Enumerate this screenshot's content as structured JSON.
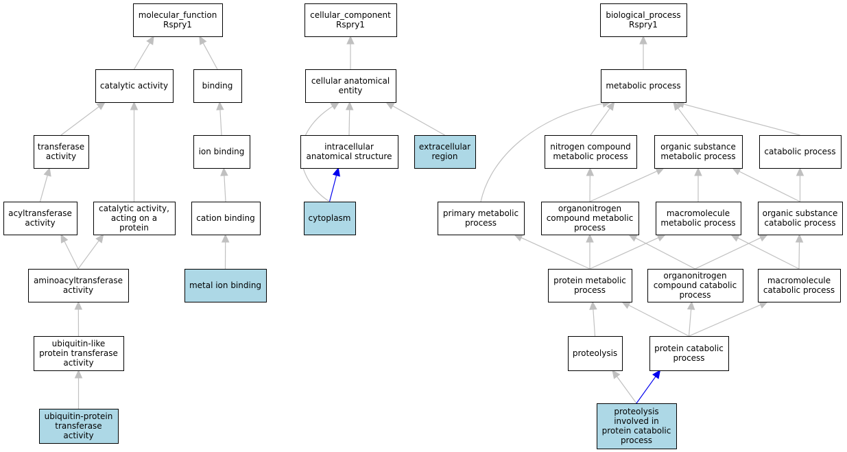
{
  "graph": {
    "colors": {
      "highlight": "#add8e6",
      "edge": "#c0c0c0",
      "edge_highlight": "#0000ee",
      "border": "#000000"
    },
    "nodes": [
      {
        "id": "mf",
        "lines": [
          "molecular_function",
          "Rspry1"
        ],
        "highlight": false
      },
      {
        "id": "cat",
        "lines": [
          "catalytic activity"
        ],
        "highlight": false
      },
      {
        "id": "bind",
        "lines": [
          "binding"
        ],
        "highlight": false
      },
      {
        "id": "transf",
        "lines": [
          "transferase",
          "activity"
        ],
        "highlight": false
      },
      {
        "id": "ionb",
        "lines": [
          "ion binding"
        ],
        "highlight": false
      },
      {
        "id": "acyl",
        "lines": [
          "acyltransferase",
          "activity"
        ],
        "highlight": false
      },
      {
        "id": "catprot",
        "lines": [
          "catalytic activity,",
          "acting on a",
          "protein"
        ],
        "highlight": false
      },
      {
        "id": "cationb",
        "lines": [
          "cation binding"
        ],
        "highlight": false
      },
      {
        "id": "aminoacyl",
        "lines": [
          "aminoacyltransferase",
          "activity"
        ],
        "highlight": false
      },
      {
        "id": "metalb",
        "lines": [
          "metal ion binding"
        ],
        "highlight": true
      },
      {
        "id": "ubllike",
        "lines": [
          "ubiquitin-like",
          "protein transferase",
          "activity"
        ],
        "highlight": false
      },
      {
        "id": "ubprot",
        "lines": [
          "ubiquitin-protein",
          "transferase",
          "activity"
        ],
        "highlight": true
      },
      {
        "id": "cc",
        "lines": [
          "cellular_component",
          "Rspry1"
        ],
        "highlight": false
      },
      {
        "id": "cae",
        "lines": [
          "cellular anatomical",
          "entity"
        ],
        "highlight": false
      },
      {
        "id": "ias",
        "lines": [
          "intracellular",
          "anatomical structure"
        ],
        "highlight": false
      },
      {
        "id": "extra",
        "lines": [
          "extracellular",
          "region"
        ],
        "highlight": true
      },
      {
        "id": "cyto",
        "lines": [
          "cytoplasm"
        ],
        "highlight": true
      },
      {
        "id": "bp",
        "lines": [
          "biological_process",
          "Rspry1"
        ],
        "highlight": false
      },
      {
        "id": "metab",
        "lines": [
          "metabolic process"
        ],
        "highlight": false
      },
      {
        "id": "nitro",
        "lines": [
          "nitrogen compound",
          "metabolic process"
        ],
        "highlight": false
      },
      {
        "id": "osmp",
        "lines": [
          "organic substance",
          "metabolic process"
        ],
        "highlight": false
      },
      {
        "id": "catab",
        "lines": [
          "catabolic process"
        ],
        "highlight": false
      },
      {
        "id": "primary",
        "lines": [
          "primary metabolic",
          "process"
        ],
        "highlight": false
      },
      {
        "id": "onmp",
        "lines": [
          "organonitrogen",
          "compound metabolic",
          "process"
        ],
        "highlight": false
      },
      {
        "id": "macromp",
        "lines": [
          "macromolecule",
          "metabolic process"
        ],
        "highlight": false
      },
      {
        "id": "oscp",
        "lines": [
          "organic substance",
          "catabolic process"
        ],
        "highlight": false
      },
      {
        "id": "pmp",
        "lines": [
          "protein metabolic",
          "process"
        ],
        "highlight": false
      },
      {
        "id": "oncp",
        "lines": [
          "organonitrogen",
          "compound catabolic",
          "process"
        ],
        "highlight": false
      },
      {
        "id": "macrocp",
        "lines": [
          "macromolecule",
          "catabolic process"
        ],
        "highlight": false
      },
      {
        "id": "proteo",
        "lines": [
          "proteolysis"
        ],
        "highlight": false
      },
      {
        "id": "pcp",
        "lines": [
          "protein catabolic",
          "process"
        ],
        "highlight": false
      },
      {
        "id": "pipcp",
        "lines": [
          "proteolysis",
          "involved in",
          "protein catabolic",
          "process"
        ],
        "highlight": true
      }
    ],
    "edges": [
      {
        "from": "cat",
        "to": "mf",
        "highlight": false
      },
      {
        "from": "bind",
        "to": "mf",
        "highlight": false
      },
      {
        "from": "transf",
        "to": "cat",
        "highlight": false
      },
      {
        "from": "catprot",
        "to": "cat",
        "highlight": false
      },
      {
        "from": "ionb",
        "to": "bind",
        "highlight": false
      },
      {
        "from": "acyl",
        "to": "transf",
        "highlight": false
      },
      {
        "from": "cationb",
        "to": "ionb",
        "highlight": false
      },
      {
        "from": "aminoacyl",
        "to": "acyl",
        "highlight": false
      },
      {
        "from": "aminoacyl",
        "to": "catprot",
        "highlight": false
      },
      {
        "from": "metalb",
        "to": "cationb",
        "highlight": false
      },
      {
        "from": "ubllike",
        "to": "aminoacyl",
        "highlight": false
      },
      {
        "from": "ubprot",
        "to": "ubllike",
        "highlight": false
      },
      {
        "from": "cae",
        "to": "cc",
        "highlight": false
      },
      {
        "from": "ias",
        "to": "cae",
        "highlight": false
      },
      {
        "from": "extra",
        "to": "cae",
        "highlight": false
      },
      {
        "from": "cyto",
        "to": "ias",
        "highlight": true
      },
      {
        "from": "cyto",
        "to": "cae",
        "highlight": false
      },
      {
        "from": "metab",
        "to": "bp",
        "highlight": false
      },
      {
        "from": "nitro",
        "to": "metab",
        "highlight": false
      },
      {
        "from": "osmp",
        "to": "metab",
        "highlight": false
      },
      {
        "from": "catab",
        "to": "metab",
        "highlight": false
      },
      {
        "from": "primary",
        "to": "metab",
        "highlight": false
      },
      {
        "from": "onmp",
        "to": "nitro",
        "highlight": false
      },
      {
        "from": "onmp",
        "to": "osmp",
        "highlight": false
      },
      {
        "from": "macromp",
        "to": "osmp",
        "highlight": false
      },
      {
        "from": "oscp",
        "to": "osmp",
        "highlight": false
      },
      {
        "from": "oscp",
        "to": "catab",
        "highlight": false
      },
      {
        "from": "pmp",
        "to": "primary",
        "highlight": false
      },
      {
        "from": "pmp",
        "to": "onmp",
        "highlight": false
      },
      {
        "from": "pmp",
        "to": "macromp",
        "highlight": false
      },
      {
        "from": "oncp",
        "to": "onmp",
        "highlight": false
      },
      {
        "from": "oncp",
        "to": "oscp",
        "highlight": false
      },
      {
        "from": "macrocp",
        "to": "macromp",
        "highlight": false
      },
      {
        "from": "macrocp",
        "to": "oscp",
        "highlight": false
      },
      {
        "from": "proteo",
        "to": "pmp",
        "highlight": false
      },
      {
        "from": "pcp",
        "to": "pmp",
        "highlight": false
      },
      {
        "from": "pcp",
        "to": "oncp",
        "highlight": false
      },
      {
        "from": "pcp",
        "to": "macrocp",
        "highlight": false
      },
      {
        "from": "pipcp",
        "to": "proteo",
        "highlight": false
      },
      {
        "from": "pipcp",
        "to": "pcp",
        "highlight": true
      }
    ]
  }
}
